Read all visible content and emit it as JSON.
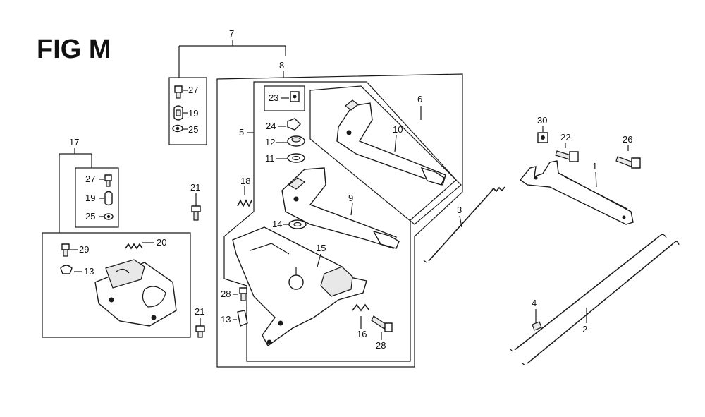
{
  "figure": {
    "title": "FIG M"
  },
  "callouts": {
    "c1": "1",
    "c2": "2",
    "c3": "3",
    "c4": "4",
    "c5": "5",
    "c6": "6",
    "c7": "7",
    "c8": "8",
    "c9": "9",
    "c10": "10",
    "c11": "11",
    "c12": "12",
    "c13a": "13",
    "c13b": "13",
    "c14": "14",
    "c15": "15",
    "c16": "16",
    "c17": "17",
    "c18": "18",
    "c19a": "19",
    "c19b": "19",
    "c20": "20",
    "c21a": "21",
    "c21b": "21",
    "c22": "22",
    "c23": "23",
    "c24": "24",
    "c25a": "25",
    "c25b": "25",
    "c26": "26",
    "c27a": "27",
    "c27b": "27",
    "c28a": "28",
    "c28b": "28",
    "c29": "29",
    "c30": "30"
  }
}
